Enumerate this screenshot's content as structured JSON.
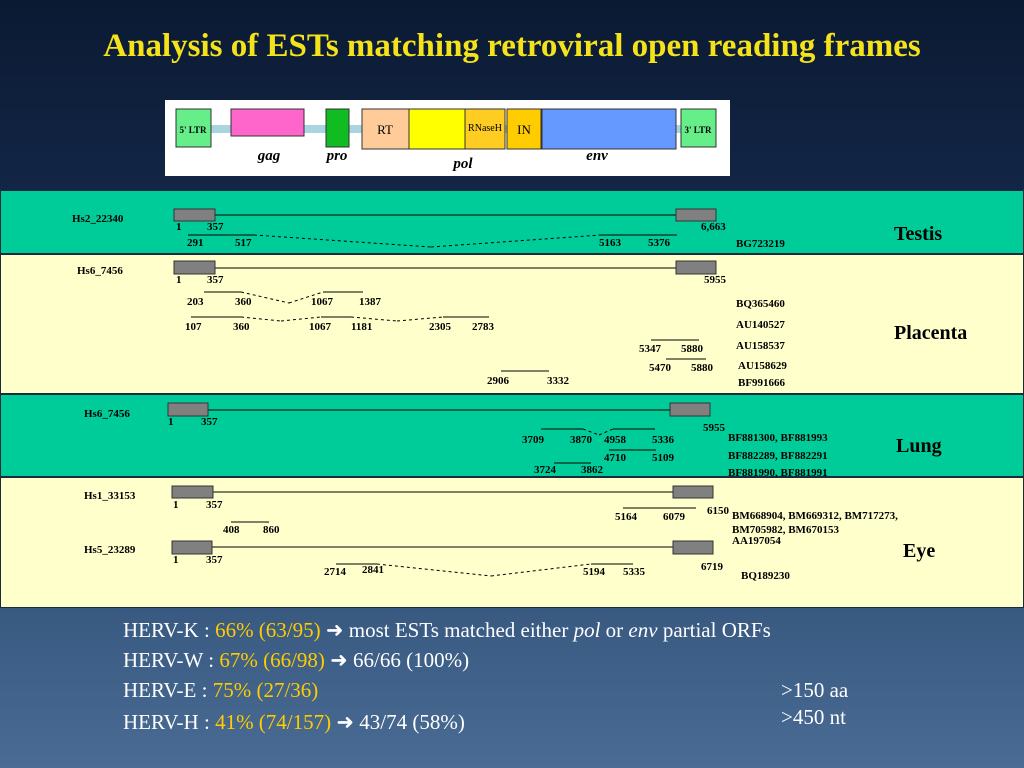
{
  "title": "Analysis of ESTs matching retroviral open reading frames",
  "genome": {
    "ltr5": "5' LTR",
    "ltr3": "3' LTR",
    "rt": "RT",
    "rnaseh": "RNaseH",
    "in": "IN",
    "gag": "gag",
    "pro": "pro",
    "pol": "pol",
    "env": "env",
    "colors": {
      "ltr": "#66ee88",
      "gag": "#ff66cc",
      "pro": "#11bb22",
      "rt": "#ffcc99",
      "pol": "#ffff00",
      "rnaseh": "#ffcc22",
      "in": "#ffcc00",
      "env": "#6699ff",
      "connector": "#aad4e0"
    }
  },
  "panels": [
    {
      "tissue": "Testis",
      "genes": [
        {
          "id": "Hs2_22340",
          "orf_labels": [
            "1",
            "357",
            "6,663"
          ],
          "ests": [
            {
              "segments": [
                [
                  "291",
                  "517"
                ],
                [
                  "5163",
                  "5376"
                ]
              ],
              "accession": "BG723219"
            }
          ]
        }
      ]
    },
    {
      "tissue": "Placenta",
      "genes": [
        {
          "id": "Hs6_7456",
          "orf_labels": [
            "1",
            "357",
            "5955"
          ],
          "ests": [
            {
              "segments": [
                [
                  "203",
                  "360"
                ],
                [
                  "1067",
                  "1387"
                ]
              ],
              "accession": "BQ365460"
            },
            {
              "segments": [
                [
                  "107",
                  "360"
                ],
                [
                  "1067",
                  "1181"
                ],
                [
                  "2305",
                  "2783"
                ]
              ],
              "accession": "AU140527"
            },
            {
              "segments": [
                [
                  "5347",
                  "5880"
                ]
              ],
              "accession": "AU158537"
            },
            {
              "segments": [
                [
                  "5470",
                  "5880"
                ]
              ],
              "accession": "AU158629"
            },
            {
              "segments": [
                [
                  "2906",
                  "3332"
                ]
              ],
              "accession": "BF991666"
            }
          ]
        }
      ]
    },
    {
      "tissue": "Lung",
      "genes": [
        {
          "id": "Hs6_7456",
          "orf_labels": [
            "1",
            "357",
            "5955"
          ],
          "ests": [
            {
              "segments": [
                [
                  "3709",
                  "3870"
                ],
                [
                  "4958",
                  "5336"
                ]
              ],
              "accession": "BF881300, BF881993"
            },
            {
              "segments": [
                [
                  "4710",
                  "5109"
                ]
              ],
              "accession": "BF882289, BF882291"
            },
            {
              "segments": [
                [
                  "3724",
                  "3862"
                ]
              ],
              "accession": "BF881990, BF881991"
            }
          ]
        }
      ]
    },
    {
      "tissue": "Eye",
      "genes": [
        {
          "id": "Hs1_33153",
          "orf_labels": [
            "1",
            "357",
            "6150"
          ],
          "ests": [
            {
              "segments": [
                [
                  "5164",
                  "6079"
                ]
              ],
              "accession": "BM668904, BM669312, BM717273,\nBM705982, BM670153"
            },
            {
              "segments": [
                [
                  "408",
                  "860"
                ]
              ],
              "accession": "AA197054"
            }
          ]
        },
        {
          "id": "Hs5_23289",
          "orf_labels": [
            "1",
            "357",
            "6719"
          ],
          "ests": [
            {
              "segments": [
                [
                  "2714",
                  "2841"
                ],
                [
                  "5194",
                  "5335"
                ]
              ],
              "accession": "BQ189230"
            }
          ]
        }
      ]
    }
  ],
  "panel_colors": {
    "teal": "#00cc99",
    "yellow": "#ffffcc"
  },
  "summary": [
    {
      "prefix": "HERV-K : ",
      "value": "66% (63/95)",
      "arrow": true,
      "result": " most ESTs matched either ",
      "em1": "pol",
      "mid": " or ",
      "em2": "env",
      "tail": " partial ORFs"
    },
    {
      "prefix": "HERV-W : ",
      "value": "67% (66/98)",
      "arrow": true,
      "result": " 66/66 (100%)"
    },
    {
      "prefix": "HERV-E : ",
      "value": "75% (27/36)",
      "arrow": false,
      "result": ""
    },
    {
      "prefix": "HERV-H : ",
      "value": "41% (74/157)",
      "arrow": true,
      "result": " 43/74 (58%)"
    }
  ],
  "summary_extra": [
    ">150 aa",
    ">450 nt"
  ]
}
